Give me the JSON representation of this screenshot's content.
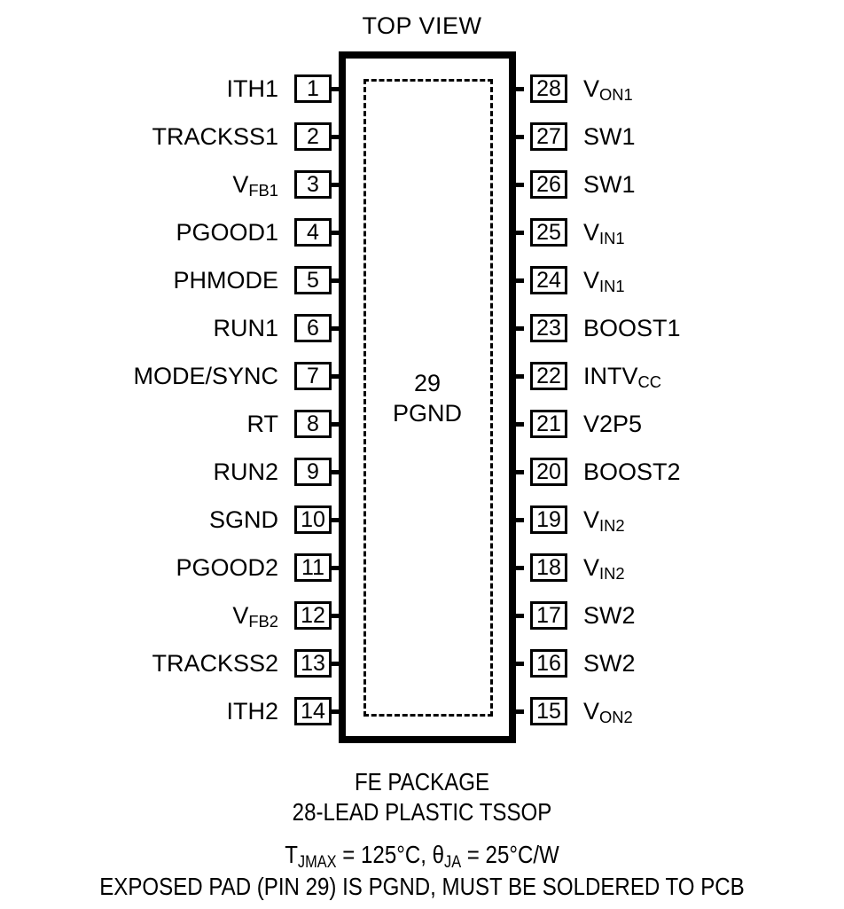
{
  "diagram": {
    "title": "TOP VIEW",
    "exposed_pad": {
      "pin_number": "29",
      "name": "PGND",
      "label": "29\nPGND"
    }
  },
  "pins": {
    "left": [
      {
        "number": "1",
        "label": "ITH1",
        "base": "ITH1",
        "sub": ""
      },
      {
        "number": "2",
        "label": "TRACKSS1",
        "base": "TRACKSS1",
        "sub": ""
      },
      {
        "number": "3",
        "label": "VFB1",
        "base": "V",
        "sub": "FB1"
      },
      {
        "number": "4",
        "label": "PGOOD1",
        "base": "PGOOD1",
        "sub": ""
      },
      {
        "number": "5",
        "label": "PHMODE",
        "base": "PHMODE",
        "sub": ""
      },
      {
        "number": "6",
        "label": "RUN1",
        "base": "RUN1",
        "sub": ""
      },
      {
        "number": "7",
        "label": "MODE/SYNC",
        "base": "MODE/SYNC",
        "sub": ""
      },
      {
        "number": "8",
        "label": "RT",
        "base": "RT",
        "sub": ""
      },
      {
        "number": "9",
        "label": "RUN2",
        "base": "RUN2",
        "sub": ""
      },
      {
        "number": "10",
        "label": "SGND",
        "base": "SGND",
        "sub": ""
      },
      {
        "number": "11",
        "label": "PGOOD2",
        "base": "PGOOD2",
        "sub": ""
      },
      {
        "number": "12",
        "label": "VFB2",
        "base": "V",
        "sub": "FB2"
      },
      {
        "number": "13",
        "label": "TRACKSS2",
        "base": "TRACKSS2",
        "sub": ""
      },
      {
        "number": "14",
        "label": "ITH2",
        "base": "ITH2",
        "sub": ""
      }
    ],
    "right": [
      {
        "number": "28",
        "label": "VON1",
        "base": "V",
        "sub": "ON1"
      },
      {
        "number": "27",
        "label": "SW1",
        "base": "SW1",
        "sub": ""
      },
      {
        "number": "26",
        "label": "SW1",
        "base": "SW1",
        "sub": ""
      },
      {
        "number": "25",
        "label": "VIN1",
        "base": "V",
        "sub": "IN1"
      },
      {
        "number": "24",
        "label": "VIN1",
        "base": "V",
        "sub": "IN1"
      },
      {
        "number": "23",
        "label": "BOOST1",
        "base": "BOOST1",
        "sub": ""
      },
      {
        "number": "22",
        "label": "INTVCC",
        "base": "INTV",
        "sub": "CC"
      },
      {
        "number": "21",
        "label": "V2P5",
        "base": "V2P5",
        "sub": ""
      },
      {
        "number": "20",
        "label": "BOOST2",
        "base": "BOOST2",
        "sub": ""
      },
      {
        "number": "19",
        "label": "VIN2",
        "base": "V",
        "sub": "IN2"
      },
      {
        "number": "18",
        "label": "VIN2",
        "base": "V",
        "sub": "IN2"
      },
      {
        "number": "17",
        "label": "SW2",
        "base": "SW2",
        "sub": ""
      },
      {
        "number": "16",
        "label": "SW2",
        "base": "SW2",
        "sub": ""
      },
      {
        "number": "15",
        "label": "VON2",
        "base": "V",
        "sub": "ON2"
      }
    ]
  },
  "footer": {
    "package_name": "FE PACKAGE",
    "package_description": "28-LEAD PLASTIC TSSOP",
    "thermal": {
      "tj_symbol": "T",
      "tj_sub": "JMAX",
      "tj_mid": " = 125°C, ",
      "theta_symbol": "θ",
      "theta_sub": "JA",
      "theta_value": " = 25°C/W",
      "full": "TJMAX = 125°C, θJA = 25°C/W"
    },
    "pad_note": "EXPOSED PAD (PIN 29) IS PGND, MUST BE SOLDERED TO PCB"
  },
  "colors": {
    "ink": "#000000",
    "background": "#ffffff"
  }
}
